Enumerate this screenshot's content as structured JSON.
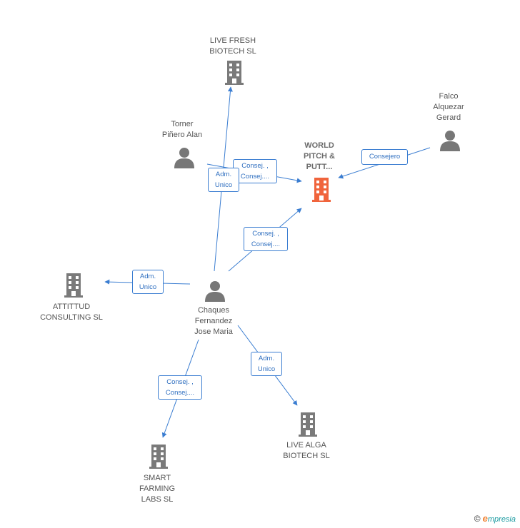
{
  "colors": {
    "edge": "#3a7dd1",
    "building": "#7a7a7a",
    "building_focus": "#f0643c",
    "person": "#777777"
  },
  "nodes": {
    "live_fresh": {
      "label": "LIVE FRESH\nBIOTECH  SL",
      "icon": "building-icon"
    },
    "torner": {
      "label": "Torner\nPiñero Alan",
      "icon": "person-icon"
    },
    "world_pitch": {
      "label": "WORLD\nPITCH &\nPUTT...",
      "icon": "building-icon"
    },
    "falco": {
      "label": "Falco\nAlquezar\nGerard",
      "icon": "person-icon"
    },
    "attitud": {
      "label": "ATTITTUD\nCONSULTING SL",
      "icon": "building-icon"
    },
    "chaques": {
      "label": "Chaques\nFernandez\nJose Maria",
      "icon": "person-icon"
    },
    "smart": {
      "label": "SMART\nFARMING\nLABS  SL",
      "icon": "building-icon"
    },
    "live_alga": {
      "label": "LIVE ALGA\nBIOTECH  SL",
      "icon": "building-icon"
    }
  },
  "edges": {
    "torner_world": "Consej. ,\nConsej....",
    "chaques_livefresh": "Adm.\nUnico",
    "falco_world": "Consejero",
    "chaques_world": "Consej. ,\nConsej....",
    "chaques_attitud": "Adm.\nUnico",
    "chaques_smart": "Consej. ,\nConsej....",
    "chaques_livealga": "Adm.\nUnico"
  },
  "brand": {
    "copyright": "©",
    "initial": "e",
    "name": "mpresia"
  }
}
